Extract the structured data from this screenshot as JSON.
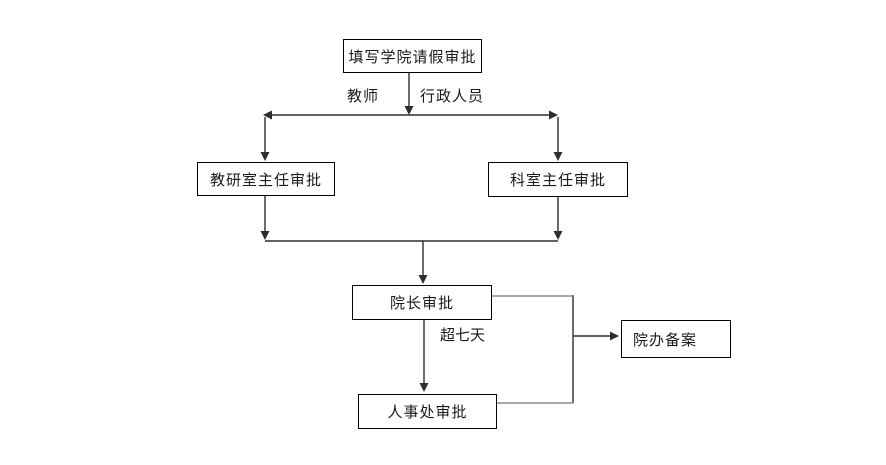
{
  "diagram": {
    "nodes": [
      {
        "id": "fill-leave-form",
        "label": "填写学院请假审批"
      },
      {
        "id": "teaching-office-director",
        "label": "教研室主任审批"
      },
      {
        "id": "section-director",
        "label": "科室主任审批"
      },
      {
        "id": "dean-approval",
        "label": "院长审批"
      },
      {
        "id": "college-office-record",
        "label": "院办备案"
      },
      {
        "id": "hr-department-approval",
        "label": "人事处审批"
      }
    ],
    "edge_labels": {
      "teacher": "教师",
      "admin_staff": "行政人员",
      "over_seven_days": "超七天"
    },
    "colors": {
      "line": "#2e2e2e",
      "bracket": "#8c8c8c",
      "box_border": "#000000",
      "background": "#ffffff",
      "text": "#1a1a1a"
    }
  }
}
